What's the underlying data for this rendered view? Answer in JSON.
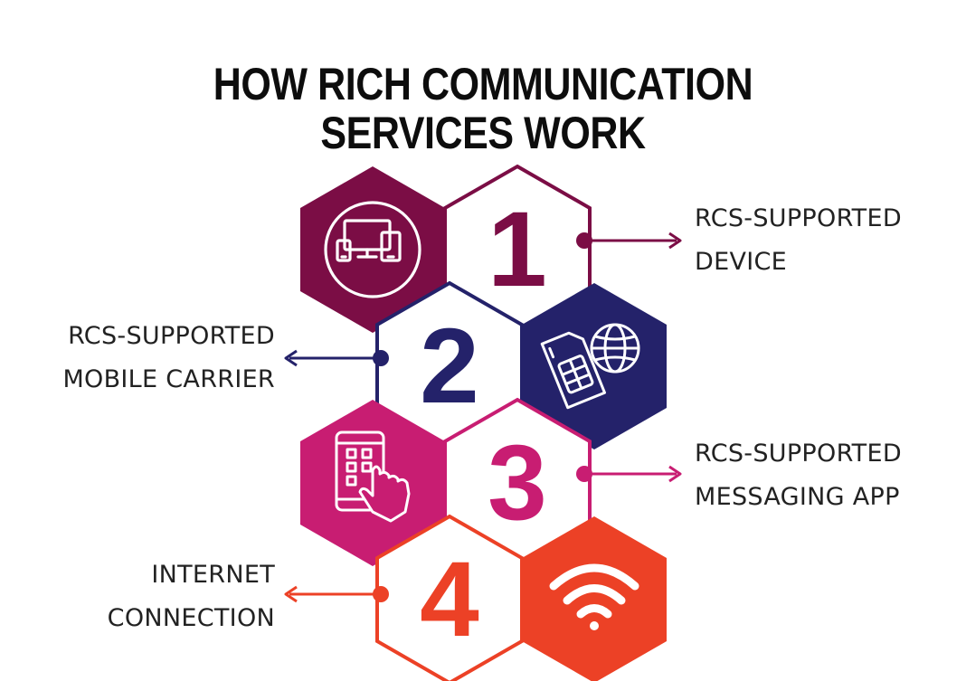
{
  "title": {
    "line1": "HOW RICH COMMUNICATION",
    "line2": "SERVICES WORK"
  },
  "steps": [
    {
      "number": "1",
      "label_line1": "RCS-SUPPORTED",
      "label_line2": "DEVICE",
      "icon": "devices-icon",
      "color": "#7b0d45"
    },
    {
      "number": "2",
      "label_line1": "RCS-SUPPORTED",
      "label_line2": "MOBILE CARRIER",
      "icon": "sim-card-globe-icon",
      "color": "#24226a"
    },
    {
      "number": "3",
      "label_line1": "RCS-SUPPORTED",
      "label_line2": "MESSAGING APP",
      "icon": "tablet-touch-icon",
      "color": "#c81d72"
    },
    {
      "number": "4",
      "label_line1": "INTERNET",
      "label_line2": "CONNECTION",
      "icon": "wifi-icon",
      "color": "#ec4126"
    }
  ]
}
